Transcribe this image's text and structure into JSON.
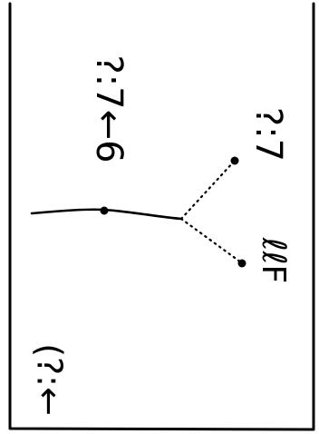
{
  "colors": {
    "ink": "#000000",
    "background": "#ffffff"
  },
  "labels": {
    "upper_left_branch": "?:7←6",
    "upper_right_branch": "?:7",
    "lower_right_branch": "ℓℓF",
    "bottom_left_margin": "(?:←"
  }
}
